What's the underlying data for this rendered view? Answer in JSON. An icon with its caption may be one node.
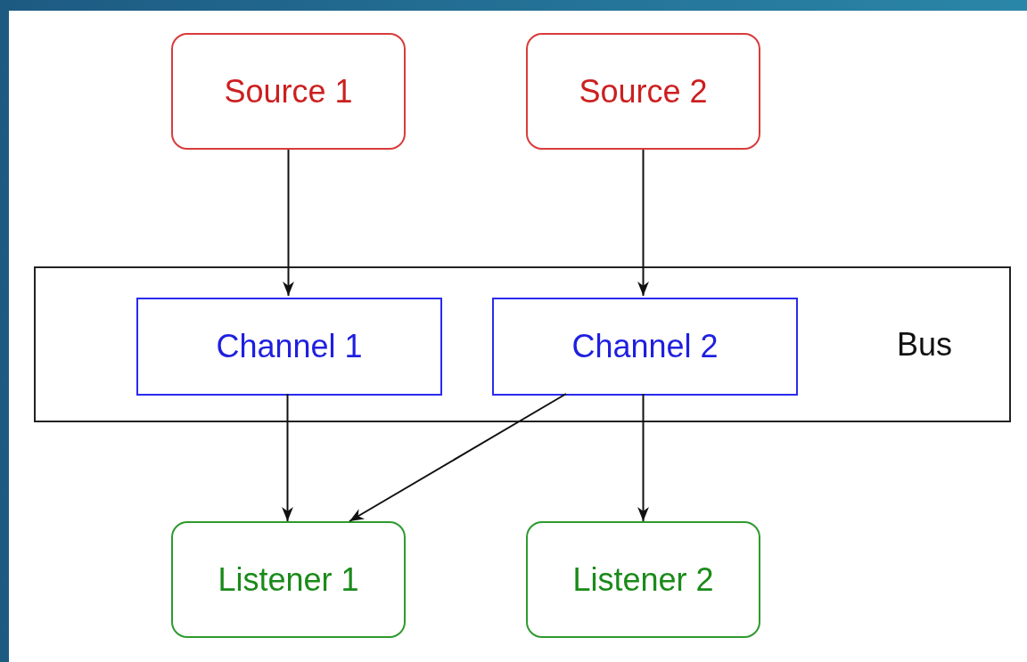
{
  "diagram": {
    "nodes": [
      {
        "text": [
          "Source 1"
        ]
      },
      {
        "text": [
          "Source 2"
        ]
      },
      {
        "text": [
          "Bus"
        ]
      },
      {
        "text": [
          "Channel 1"
        ],
        "in": 2
      },
      {
        "text": [
          "Channel 2"
        ],
        "in": 2
      },
      {
        "text": [
          "Listener 1"
        ]
      },
      {
        "text": [
          "Listener 2"
        ]
      }
    ],
    "edges": [
      {
        "from": 0,
        "to": 3,
        "arrow": "to"
      },
      {
        "from": 1,
        "to": 4,
        "arrow": "to"
      },
      {
        "from": 3,
        "to": 5,
        "arrow": "to"
      },
      {
        "from": 4,
        "to": 5,
        "arrow": "to"
      },
      {
        "from": 4,
        "to": 6,
        "arrow": "to"
      }
    ]
  }
}
